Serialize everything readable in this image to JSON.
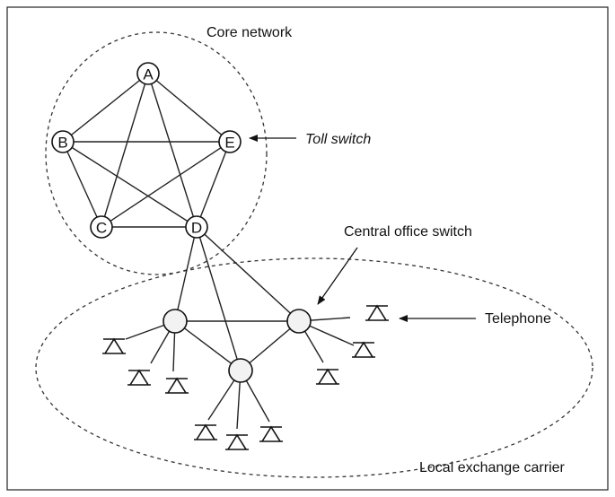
{
  "labels": {
    "core_network": "Core network",
    "toll_switch": "Toll switch",
    "central_office_switch": "Central office switch",
    "telephone": "Telephone",
    "local_exchange_carrier": "Local exchange carrier"
  },
  "nodes": {
    "A": "A",
    "B": "B",
    "C": "C",
    "D": "D",
    "E": "E"
  },
  "colors": {
    "stroke": "#111111",
    "background": "#ffffff"
  }
}
